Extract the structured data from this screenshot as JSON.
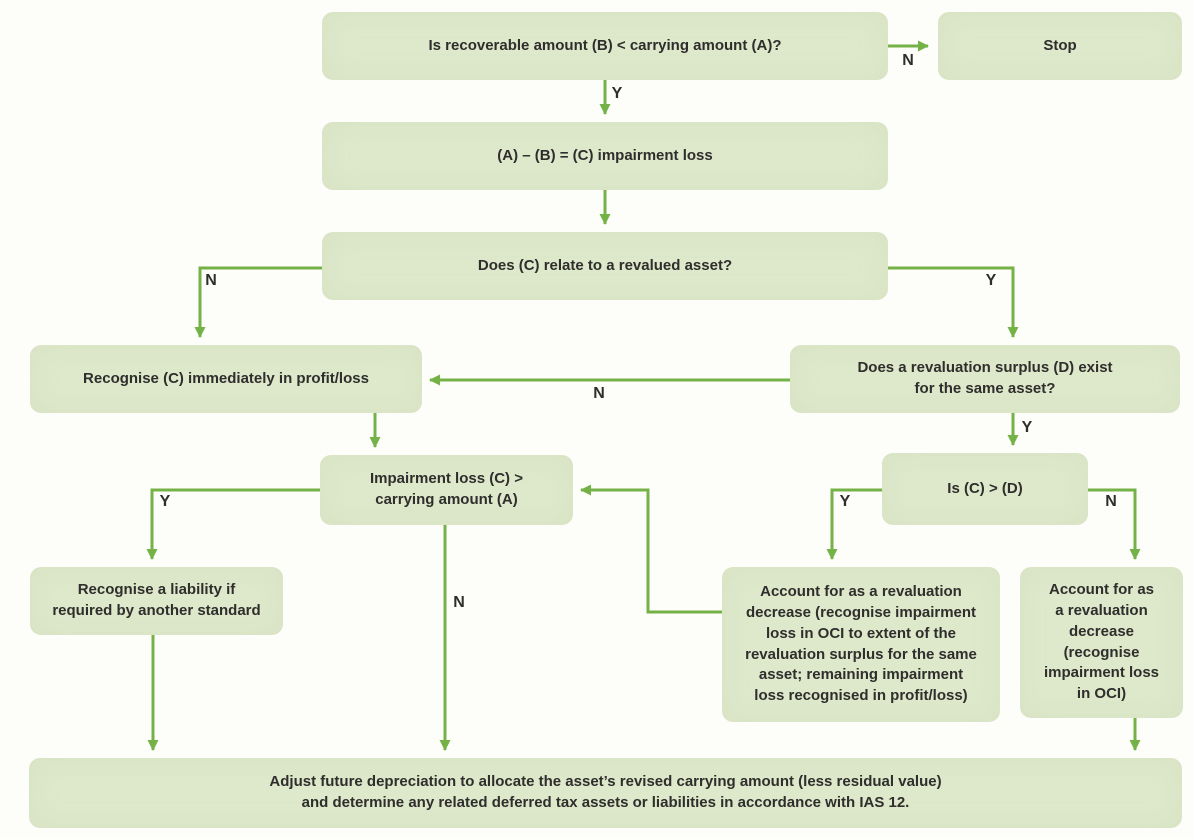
{
  "diagram": {
    "title": "Impairment loss decision flowchart",
    "colors": {
      "box_fill": "#dee8cb",
      "arrow_green": "#74b247",
      "text": "#2f2e2c",
      "background": "#fdfdfa"
    },
    "nodes": {
      "q_recoverable": {
        "label": "Is recoverable amount (B) < carrying amount (A)?"
      },
      "stop": {
        "label": "Stop"
      },
      "calc": {
        "label": "(A) – (B) = (C) impairment loss"
      },
      "q_revalued": {
        "label": "Does (C) relate to a revalued asset?"
      },
      "recognise_pl": {
        "label": "Recognise (C) immediately in profit/loss"
      },
      "q_surplus": {
        "label": "Does a revaluation surplus (D) exist\nfor the same asset?"
      },
      "q_loss_gt_carrying": {
        "label": "Impairment loss (C) >\ncarrying amount (A)"
      },
      "q_c_gt_d": {
        "label": "Is (C) > (D)"
      },
      "liability": {
        "label": "Recognise a liability if\nrequired by another standard"
      },
      "acct_partial": {
        "label": "Account for as a revaluation\ndecrease (recognise impairment\nloss in OCI to extent of the\nrevaluation surplus for the same\nasset; remaining impairment\nloss recognised in profit/loss)"
      },
      "acct_full": {
        "label": "Account for as\na revaluation\ndecrease\n(recognise\nimpairment loss\nin OCI)"
      },
      "adjust": {
        "label": "Adjust future depreciation to allocate the asset’s revised carrying amount (less residual value)\nand determine any related deferred tax assets or liabilities in accordance with IAS 12."
      }
    },
    "edge_labels": {
      "recoverable_no": "N",
      "recoverable_yes": "Y",
      "revalued_no": "N",
      "revalued_yes": "Y",
      "surplus_no": "N",
      "surplus_yes": "Y",
      "loss_yes": "Y",
      "loss_no": "N",
      "c_gt_d_yes": "Y",
      "c_gt_d_no": "N"
    }
  }
}
